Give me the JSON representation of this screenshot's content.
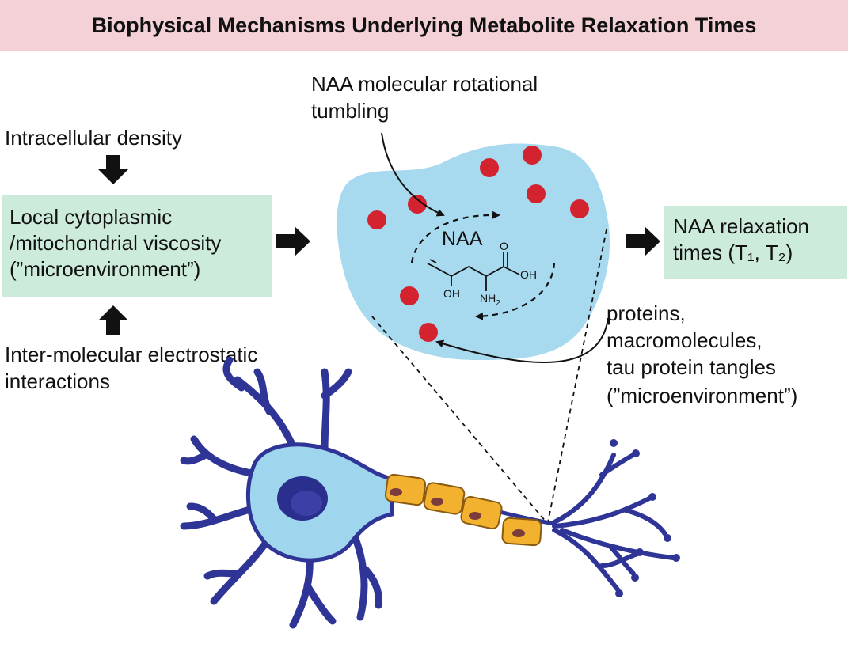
{
  "title": "Biophysical Mechanisms Underlying Metabolite Relaxation Times",
  "left": {
    "density_label": "Intracellular density",
    "viscosity_box": [
      "Local cytoplasmic",
      "/mitochondrial viscosity",
      "(”microenvironment”)"
    ],
    "electrostatic_label": [
      "Inter-molecular electrostatic",
      "interactions"
    ]
  },
  "center": {
    "tumbling_label": [
      "NAA molecular rotational",
      "tumbling"
    ],
    "molecule_name": "NAA",
    "atoms": {
      "o1": "O",
      "oh1": "OH",
      "oh2": "OH",
      "nh2": "NH",
      "nh2_sub": "2"
    }
  },
  "right": {
    "relaxation_box": [
      "NAA relaxation",
      "times (T₁, T₂)"
    ],
    "proteins_label": [
      "proteins,",
      "macromolecules,",
      "tau protein tangles",
      "(”microenvironment”)"
    ]
  },
  "colors": {
    "title_bg": "#f3d1d6",
    "box_bg": "#cdebdb",
    "cell_blob": "#a7d9ef",
    "particle": "#d2232f",
    "neuron_stroke": "#2f3596",
    "neuron_fill": "#9fd6ee",
    "myelin": "#f2b230"
  }
}
